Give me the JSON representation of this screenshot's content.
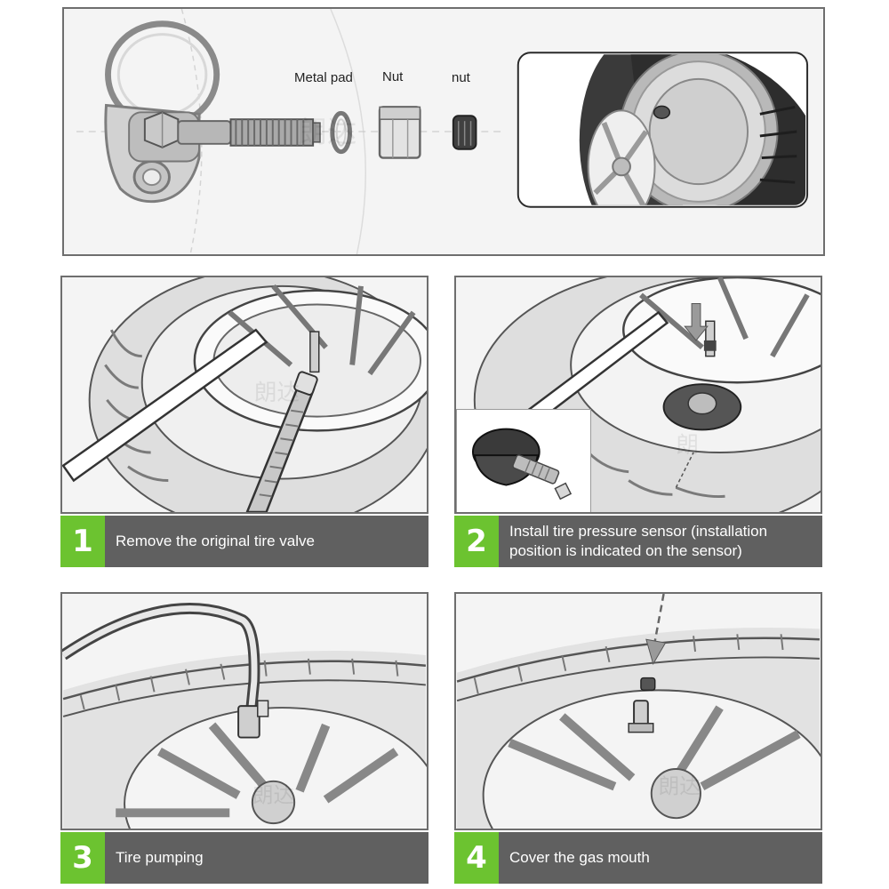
{
  "top_panel": {
    "labels": {
      "metal_pad": "Metal pad",
      "nut": "Nut",
      "small_nut": "nut"
    }
  },
  "steps": [
    {
      "number": "1",
      "text": "Remove the original tire valve"
    },
    {
      "number": "2",
      "text": "Install tire pressure sensor (installation position is indicated on the sensor)"
    },
    {
      "number": "3",
      "text": "Tire pumping"
    },
    {
      "number": "4",
      "text": "Cover the gas mouth"
    }
  ],
  "colors": {
    "accent_green": "#6cc330",
    "bar_gray": "#606060",
    "frame": "#6e6e6e"
  }
}
